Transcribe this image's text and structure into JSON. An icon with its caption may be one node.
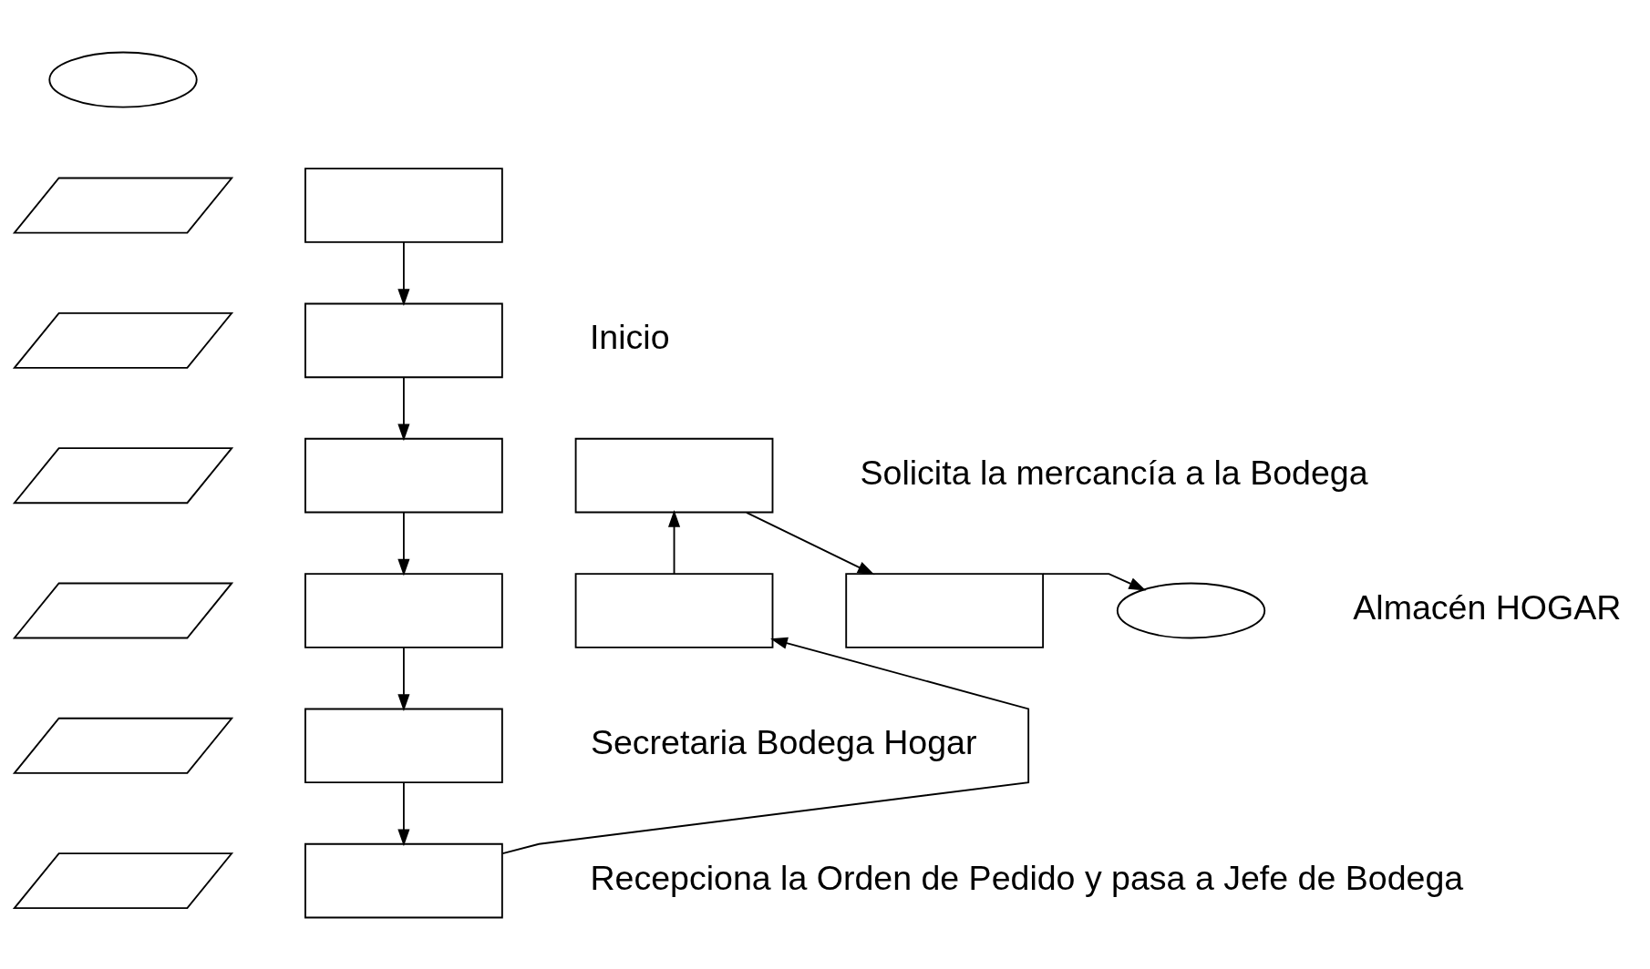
{
  "diagram": {
    "nodes": [
      {
        "text": [],
        "shape": "oval"
      },
      {
        "text": [],
        "shape": "parallelogram"
      },
      {
        "text": [],
        "shape": "box"
      },
      {
        "text": [],
        "shape": "parallelogram"
      },
      {
        "text": [],
        "shape": "box"
      },
      {
        "text": [],
        "shape": "parallelogram"
      },
      {
        "text": [],
        "shape": "box"
      },
      {
        "text": [],
        "shape": "box"
      },
      {
        "text": [],
        "shape": "parallelogram"
      },
      {
        "text": [],
        "shape": "box"
      },
      {
        "text": [],
        "shape": "box"
      },
      {
        "text": [],
        "shape": "box"
      },
      {
        "text": [],
        "shape": "oval"
      },
      {
        "text": [],
        "shape": "parallelogram"
      },
      {
        "text": [],
        "shape": "box"
      },
      {
        "text": [],
        "shape": "parallelogram"
      },
      {
        "text": [],
        "shape": "box"
      }
    ],
    "edges": [
      {
        "from": 2,
        "to": 4,
        "arrow": "to"
      },
      {
        "from": 4,
        "to": 6,
        "arrow": "to"
      },
      {
        "from": 6,
        "to": 9,
        "arrow": "to"
      },
      {
        "from": 9,
        "to": 14,
        "arrow": "to"
      },
      {
        "from": 14,
        "to": 16,
        "arrow": "to"
      },
      {
        "from": 16,
        "to": 10,
        "arrow": "to"
      },
      {
        "from": 10,
        "to": 7,
        "arrow": "to"
      },
      {
        "from": 7,
        "to": 11,
        "arrow": "to"
      },
      {
        "from": 11,
        "to": 12,
        "arrow": "to"
      }
    ],
    "labels": [
      "Inicio",
      "Solicita la mercancía a la Bodega",
      "Almacén HOGAR",
      "Secretaria Bodega Hogar",
      "Recepciona la Orden de Pedido y pasa a Jefe de Bodega"
    ]
  }
}
